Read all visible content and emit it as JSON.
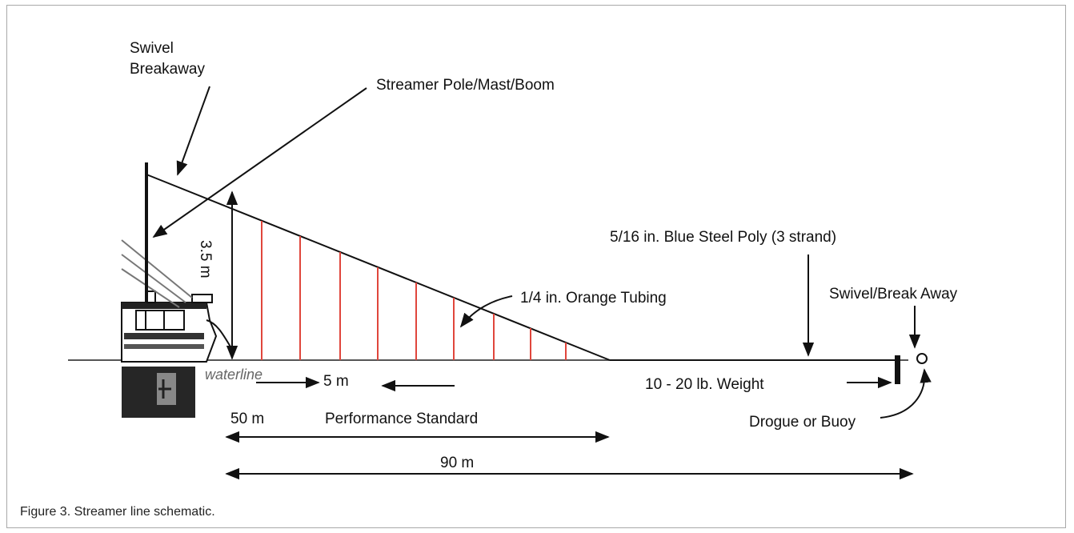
{
  "diagram": {
    "labels": {
      "swivel_top_line1": "Swivel",
      "swivel_top_line2": "Breakaway",
      "pole": "Streamer Pole/Mast/Boom",
      "height": "3.5 m",
      "tubing": "1/4 in. Orange Tubing",
      "line": "5/16 in. Blue Steel Poly (3 strand)",
      "swivel_end": "Swivel/Break Away",
      "waterline": "waterline",
      "spacing": "5 m",
      "weight": "10 - 20 lb. Weight",
      "drogue": "Drogue or Buoy",
      "perf_distance": "50 m",
      "perf_label": "Performance Standard",
      "total": "90 m"
    },
    "colors": {
      "streamer": "#e0463c",
      "line": "#111111"
    }
  },
  "caption": "Figure 3. Streamer line schematic."
}
